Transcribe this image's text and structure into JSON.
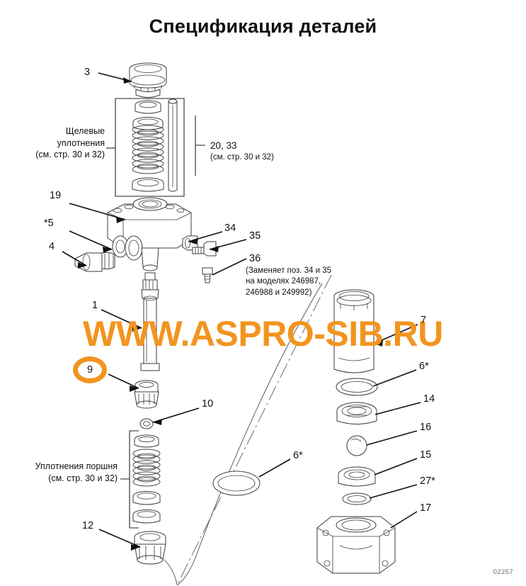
{
  "document": {
    "title": "Спецификация деталей",
    "code": "02257",
    "watermark": "WWW.ASPRO-SIB.RU",
    "watermark_color": "#F2941F",
    "highlight_color": "#F2941F"
  },
  "callouts": [
    {
      "id": "c3",
      "label": "3"
    },
    {
      "id": "c19",
      "label": "19"
    },
    {
      "id": "c5",
      "label": "*5"
    },
    {
      "id": "c4",
      "label": "4"
    },
    {
      "id": "c34",
      "label": "34"
    },
    {
      "id": "c35",
      "label": "35"
    },
    {
      "id": "c1",
      "label": "1"
    },
    {
      "id": "c9",
      "label": "9"
    },
    {
      "id": "c10",
      "label": "10"
    },
    {
      "id": "c12",
      "label": "12"
    },
    {
      "id": "c7",
      "label": "7"
    },
    {
      "id": "c6r",
      "label": "6*"
    },
    {
      "id": "c14",
      "label": "14"
    },
    {
      "id": "c16",
      "label": "16"
    },
    {
      "id": "c15",
      "label": "15"
    },
    {
      "id": "c27",
      "label": "27*"
    },
    {
      "id": "c17",
      "label": "17"
    },
    {
      "id": "c6m",
      "label": "6*"
    }
  ],
  "groups": {
    "throat_seals": {
      "line1": "Щелевые",
      "line2": "уплотнения",
      "line3": "(см. стр. 30 и 32)"
    },
    "items_20_33": {
      "line1": "20, 33",
      "line2": "(см. стр. 30 и 32)"
    },
    "piston_seals": {
      "line1": "Уплотнения поршня",
      "line2": "(см. стр. 30 и 32)"
    }
  },
  "notes": {
    "item36": {
      "label": "36",
      "line1": "(Заменяет поз. 34 и 35",
      "line2": "на моделях 246987,",
      "line3": "246988 и 249992)"
    }
  }
}
